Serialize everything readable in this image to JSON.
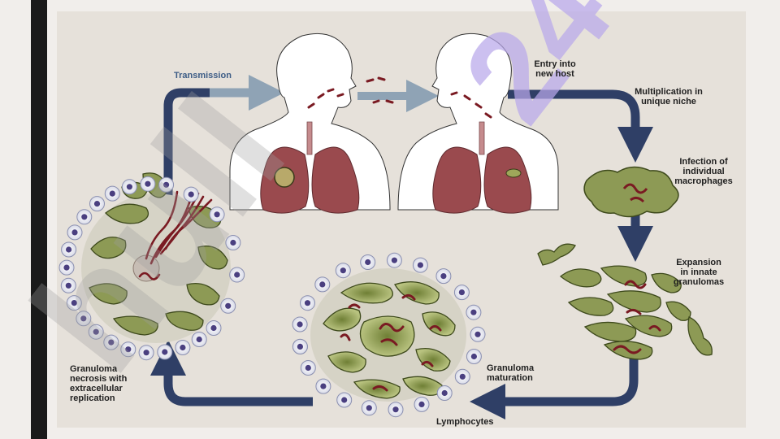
{
  "labels": {
    "transmission": "Transmission",
    "entry": "Entry into\nnew host",
    "multiplication": "Multiplication in\nunique niche",
    "infection": "Infection of\nindividual\nmacrophages",
    "expansion": "Expansion\nin innate\ngranulomas",
    "maturation": "Granuloma\nmaturation",
    "necrosis": "Granuloma\nnecrosis with\nextracellular\nreplication",
    "lymphocytes": "Lymphocytes"
  },
  "watermark": {
    "text": "24",
    "text2": "hull"
  },
  "colors": {
    "arrow": "#2f3f66",
    "arrow_light": "#8fa3b5",
    "lung": "#9a4a4e",
    "lung_dark": "#6e2d33",
    "macrophage": "#8d9a55",
    "macrophage_light": "#b7c07f",
    "bacteria": "#7a1a22",
    "lymphocyte_nucleus": "#4a3f80",
    "watermark_purple": "#b9a7ea"
  }
}
